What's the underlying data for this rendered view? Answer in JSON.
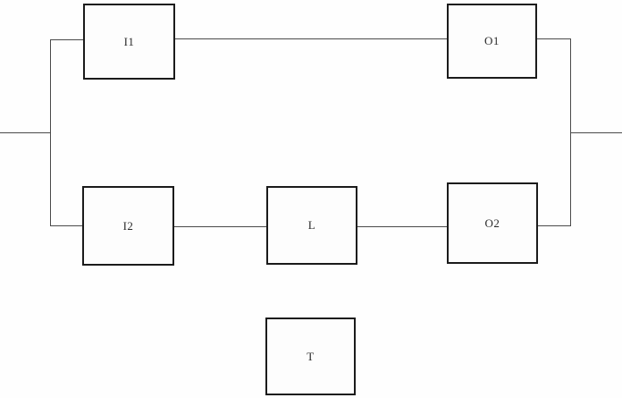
{
  "diagram": {
    "kind": "block-diagram",
    "nodes": [
      {
        "id": "I1",
        "label": "I1"
      },
      {
        "id": "O1",
        "label": "O1"
      },
      {
        "id": "I2",
        "label": "I2"
      },
      {
        "id": "L",
        "label": "L"
      },
      {
        "id": "O2",
        "label": "O2"
      },
      {
        "id": "T",
        "label": "T"
      }
    ],
    "edges": [
      {
        "from": "input",
        "to": "I1"
      },
      {
        "from": "input",
        "to": "I2"
      },
      {
        "from": "I1",
        "to": "O1"
      },
      {
        "from": "I2",
        "to": "L"
      },
      {
        "from": "L",
        "to": "O2"
      },
      {
        "from": "O1",
        "to": "output"
      },
      {
        "from": "O2",
        "to": "output"
      }
    ],
    "unconnected_nodes": [
      "T"
    ]
  },
  "colors": {
    "background": "#fefefe",
    "box_border": "#1b1b1b",
    "wire": "#4a4a4a",
    "label": "#2a2a2a"
  }
}
